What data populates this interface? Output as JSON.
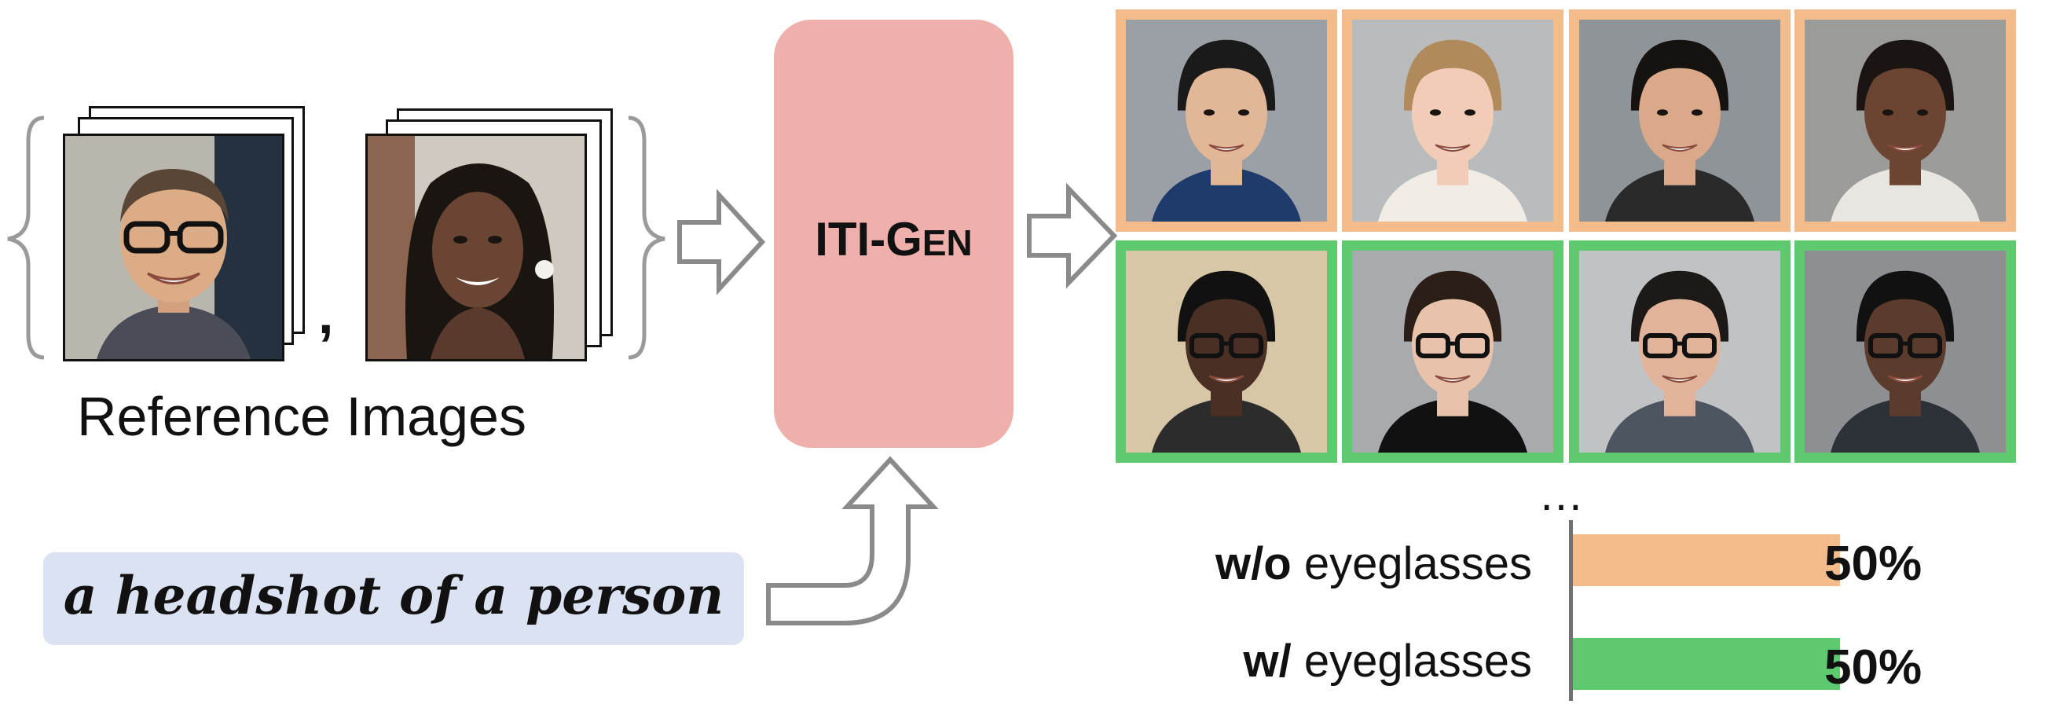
{
  "reference": {
    "label": "Reference Images",
    "separator": ","
  },
  "model": {
    "name": "ITI-Gen",
    "name_prefix": "ITI-G",
    "name_suffix": "EN"
  },
  "prompt": {
    "text": "a headshot of a person"
  },
  "outputs": {
    "ellipsis": "…",
    "rows": [
      {
        "group": "w/o eyeglasses",
        "frame_color": "#f3bc8a",
        "glasses": [
          false,
          false,
          false,
          false
        ]
      },
      {
        "group": "w/ eyeglasses",
        "frame_color": "#5ec96e",
        "glasses": [
          true,
          true,
          true,
          true
        ]
      }
    ]
  },
  "colors": {
    "model_box": "#efb0ab",
    "prompt_box": "#dbe2f1",
    "orange": "#f3bc8a",
    "green": "#5ec96e"
  },
  "chart_data": {
    "type": "bar",
    "orientation": "horizontal",
    "categories": [
      "w/o eyeglasses",
      "w/ eyeglasses"
    ],
    "category_bold": [
      "w/o",
      "w/"
    ],
    "category_rest": [
      " eyeglasses",
      " eyeglasses"
    ],
    "values": [
      50,
      50
    ],
    "value_labels": [
      "50%",
      "50%"
    ],
    "colors": [
      "#f3bc8a",
      "#5ec96e"
    ],
    "xlim": [
      0,
      100
    ]
  }
}
